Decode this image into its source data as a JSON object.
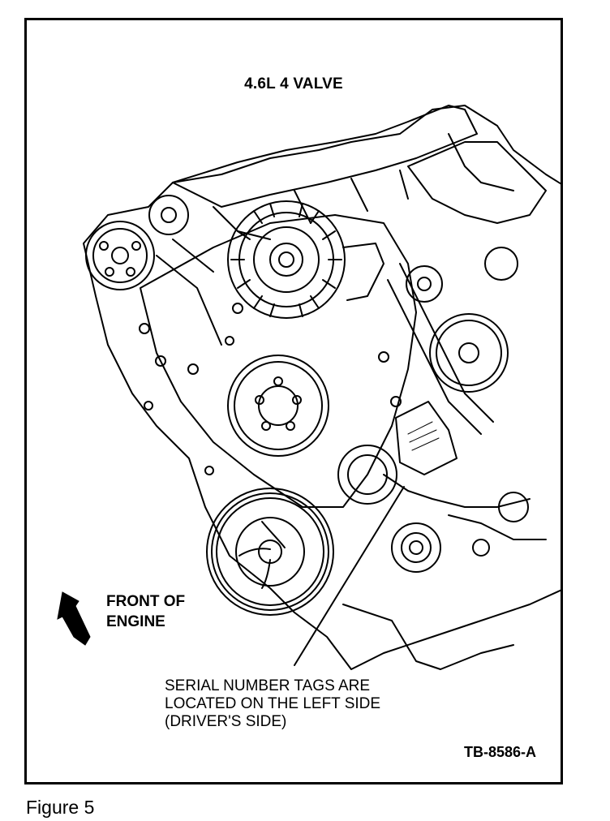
{
  "figure": {
    "title": "4.6L 4 VALVE",
    "front_label": [
      "FRONT OF",
      "ENGINE"
    ],
    "callout_lines": [
      "SERIAL NUMBER TAGS ARE",
      "LOCATED ON THE LEFT SIDE",
      "(DRIVER'S SIDE)"
    ],
    "code": "TB-8586-A",
    "caption": "Figure 5"
  },
  "colors": {
    "ink": "#000000",
    "paper": "#ffffff"
  }
}
